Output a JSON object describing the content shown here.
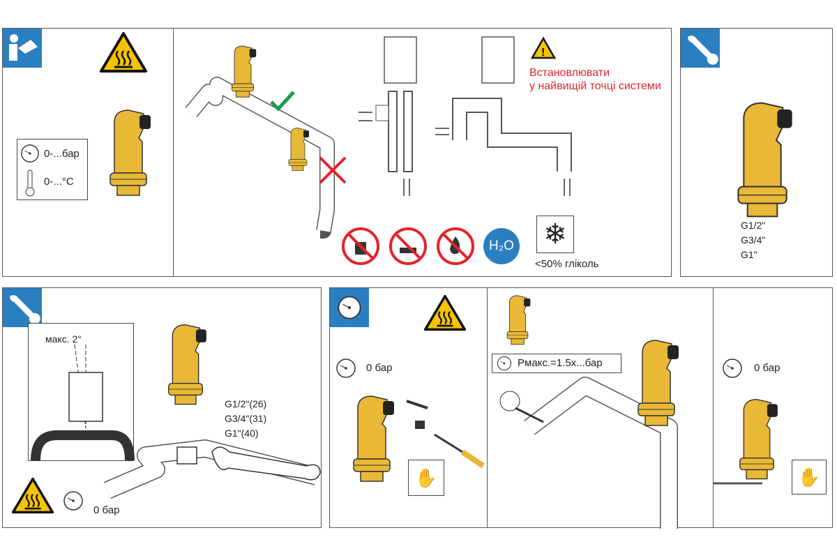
{
  "panel1": {
    "pressure": "0-...бар",
    "temperature": "0-...°C"
  },
  "panel2": {
    "warning_line1": "Встановлювати",
    "warning_line2": "у найвищій точці системи",
    "h2o": "H₂O",
    "glycol": "<50% гліколь"
  },
  "panel3": {
    "sizes": [
      "G1/2\"",
      "G3/4\"",
      "G1\""
    ]
  },
  "panel4": {
    "angle": "макс. 2°",
    "wrench_sizes": [
      "G1/2\"(26)",
      "G3/4\"(31)",
      "G1\"(40)"
    ],
    "pressure": "0 бар"
  },
  "panel5": {
    "pressure": "0 бар"
  },
  "panel6": {
    "test_pressure": "Pмакс.=1.5x...бар"
  },
  "panel7": {
    "pressure": "0 бар"
  },
  "colors": {
    "blue": "#2a7fc1",
    "brass": "#e8b836",
    "red": "#e5232a",
    "green": "#1a9a50",
    "warning": "#f5c400"
  }
}
